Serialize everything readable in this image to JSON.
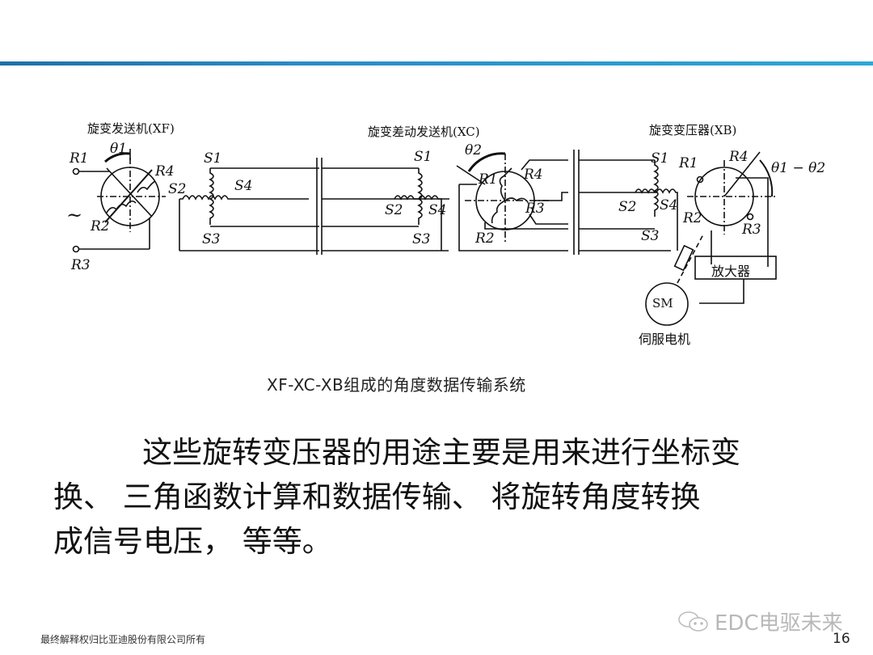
{
  "header": {
    "divider_colors": [
      "#1f6fa8",
      "#2ea7d6"
    ]
  },
  "diagram": {
    "xf_title": "旋变发送机(XF)",
    "xc_title": "旋变差动发送机(XC)",
    "xb_title": "旋变变压器(XB)",
    "xf": {
      "theta": "θ1",
      "rotor_labels": [
        "R1",
        "R2",
        "R3",
        "R4"
      ],
      "source_symbol": "~"
    },
    "xf_stator": [
      "S1",
      "S2",
      "S3",
      "S4"
    ],
    "xc_stator": [
      "S1",
      "S2",
      "S3",
      "S4"
    ],
    "xc_rotor": {
      "theta": "θ2",
      "labels": [
        "R1",
        "R2",
        "R3",
        "R4"
      ]
    },
    "xb_stator": [
      "S1",
      "S2",
      "S3",
      "S4"
    ],
    "xb_rotor": {
      "angle": "θ1 − θ2",
      "labels": [
        "R1",
        "R2",
        "R3",
        "R4"
      ]
    },
    "amplifier_label": "放大器",
    "motor_symbol": "SM",
    "motor_label": "伺服电机",
    "caption": "XF-XC-XB组成的角度数据传输系统"
  },
  "body": {
    "lines": [
      "这些旋转变压器的用途主要是用来进行坐标变",
      "换、 三角函数计算和数据传输、 将旋转角度转换",
      "成信号电压， 等等。"
    ]
  },
  "footer": {
    "copyright": "最终解释权归比亚迪股份有限公司所有",
    "watermark": "EDC电驱未来",
    "page_number": "16"
  }
}
